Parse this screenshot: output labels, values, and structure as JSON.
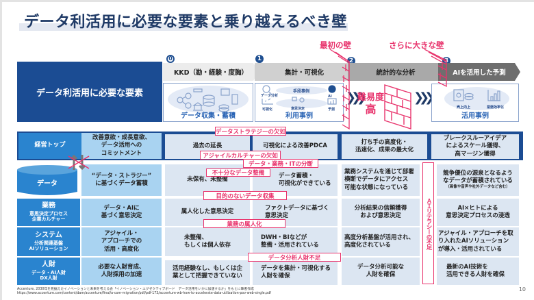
{
  "title": "データ利活用に必要な要素と乗り越えるべき壁",
  "walls": {
    "first": "最初の壁",
    "second": "さらに大きな壁"
  },
  "stages": [
    {
      "num": "0",
      "label": "KKD（勘・経験・度胸）"
    },
    {
      "num": "1",
      "label": "集計・可視化"
    },
    {
      "num": "2",
      "label": "統計的な分析"
    },
    {
      "num": "3",
      "label": "AIを活用した予測"
    }
  ],
  "left_header": "データ利活用に必要な要素",
  "illustrations": {
    "collect": "データ収集・蓄積",
    "usecases": "利用事例",
    "usecase_items": [
      "データ分析",
      "手段事例",
      "AI",
      "可視化",
      "意思決定",
      "予測"
    ],
    "practical": "活用事例",
    "practical_items": [
      "売上向上",
      "業務効率化"
    ]
  },
  "difficulty": {
    "line1": "難易度",
    "line2": "高"
  },
  "rows": [
    {
      "category": "経営トップ",
      "sub": "",
      "goal": "改善意欲・成長意欲、\nデータ活用への\nコミットメント",
      "levels": [
        "過去の延長",
        "可視化による改善PDCA",
        "打ち手の高度化・\n迅速化、成果の最大化",
        "ブレークスルーアイデア\nによるスケール獲得、\n高マージン獲得"
      ]
    },
    {
      "category": "データ",
      "sub": "",
      "goal": "“データ・ストラジー”\nに基づくデータ蓄積",
      "levels": [
        "未保有、未整備",
        "データ蓄積・\n可視化ができている",
        "業務システムを通じて部署\n横断でデータにアクセス\n可能な状態になっている",
        "競争優位の源泉となるよう\nなデータが蓄積されている"
      ],
      "level4_note": "（画像や音声や社外データなど含む）"
    },
    {
      "category": "業務",
      "sub": "意思決定プロセス\n企業カルチャー",
      "goal": "データ・AIに\n基づく意思決定",
      "levels": [
        "属人化した意思決定",
        "ファクトデータに基づく\n意思決定",
        "分析結果の信頼獲得\nおよび意思決定",
        "AI×ヒトによる\n意思決定プロセスの浸透"
      ]
    },
    {
      "category": "システム",
      "sub": "分析関連基盤\nAIソリューション",
      "goal": "アジャイル・\nアプローチでの\n活用・高度化",
      "levels": [
        "未整備、\nもしくは個人依存",
        "DWH・BIなどが\n整備・活用されている",
        "高度分析基盤が活用され、\n高度化されている",
        "アジャイル・アプローチを取\nり入れたAIソリューション\nが導入・活用されている"
      ]
    },
    {
      "category": "人財",
      "sub": "データ・AI人財\nDX人財",
      "goal": "必要な人財育成、\n人財採用の加速",
      "levels": [
        "活用経験なし、もしくは企\n業として把握できていない",
        "データを集計・可視化する\n人財を確保",
        "データ分析可能な\n人財を確保",
        "最新のAI技術を\n活用できる人財を確保"
      ]
    }
  ],
  "barriers": [
    "データストラテジーの欠如",
    "アジャイルカルチャーの欠如",
    "データ・業務・ITの分断",
    "不十分なデータ整備",
    "目的のないデータ収集",
    "業務の属人化",
    "データ分析人財不足"
  ],
  "ai_literacy": "ＡＩリテラシーの不足",
  "footnote": {
    "line1": "Accenture, 2030年を見据えたイノベーションと未来を考える会「イノベーション・エグゼクティブボード　データ活用をいかに加速するか」をもとに筆者作成",
    "line2": "https://www.accenture.com/content/dam/accenture/final/a-com-migration/pdf/pdf-173/accenture-wb-how-to-accelerate-data-utilization-pov-web-single.pdf"
  },
  "page_number": "10",
  "colors": {
    "navy": "#1b4c93",
    "category_blue": "#2a84cf",
    "goal_light_blue": "#a9d3f1",
    "cell_gray_blue": "#dce6f2",
    "accent_pink": "#e8336c",
    "title_text": "#1f3a66"
  }
}
